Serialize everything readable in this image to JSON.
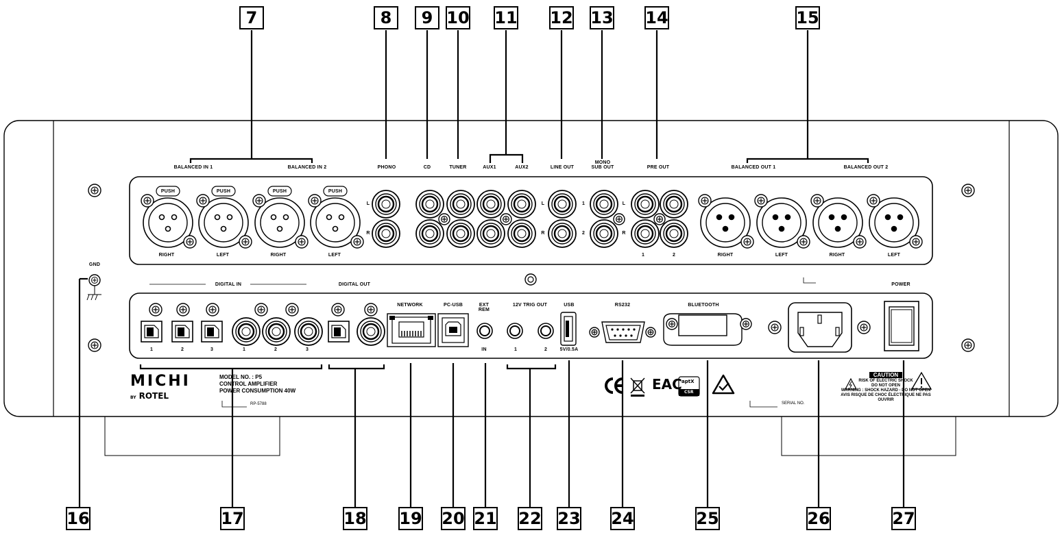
{
  "callouts": [
    "7",
    "8",
    "9",
    "10",
    "11",
    "12",
    "13",
    "14",
    "15",
    "16",
    "17",
    "18",
    "19",
    "20",
    "21",
    "22",
    "23",
    "24",
    "25",
    "26",
    "27"
  ],
  "labels": {
    "balanced_in_1": "BALANCED IN 1",
    "balanced_in_2": "BALANCED IN 2",
    "phono": "PHONO",
    "cd": "CD",
    "tuner": "TUNER",
    "aux1": "AUX1",
    "aux2": "AUX2",
    "line_out": "LINE OUT",
    "mono": "MONO",
    "sub_out": "SUB OUT",
    "pre_out": "PRE OUT",
    "balanced_out_1": "BALANCED OUT 1",
    "balanced_out_2": "BALANCED OUT 2",
    "push": "PUSH",
    "right": "RIGHT",
    "left": "LEFT",
    "l": "L",
    "r": "R",
    "one": "1",
    "two": "2",
    "three": "3",
    "gnd": "GND",
    "digital_in": "DIGITAL IN",
    "digital_out": "DIGITAL OUT",
    "network": "NETWORK",
    "pc_usb": "PC-USB",
    "ext": "EXT",
    "rem": "REM",
    "in": "IN",
    "trig_out": "12V TRIG OUT",
    "usb": "USB",
    "usb_rating": "5V/0.5A",
    "rs232": "RS232",
    "bluetooth": "BLUETOOTH",
    "power": "POWER",
    "serial_no": "SERIAL NO."
  },
  "brand": {
    "name": "MICHI",
    "by": "BY",
    "maker": "ROTEL"
  },
  "model": {
    "line1": "MODEL NO. : P5",
    "line2": "CONTROL AMPLIFIER",
    "line3": "POWER CONSUMPTION 40W",
    "code": "RP-5788"
  },
  "caution": {
    "head": "CAUTION",
    "sub1": "RISK OF ELECTRIC SHOCK",
    "sub2": "DO NOT OPEN",
    "warn1": "WARNING : SHOCK HAZARD - DO NOT OPEN",
    "warn2": "AVIS RISQUE DE CHOC ÉLECTRIQUE NE PAS OUVRIR"
  },
  "certs": {
    "ce": "CE",
    "eac": "EAC",
    "aptx": "aptX",
    "csr": "CSR"
  }
}
